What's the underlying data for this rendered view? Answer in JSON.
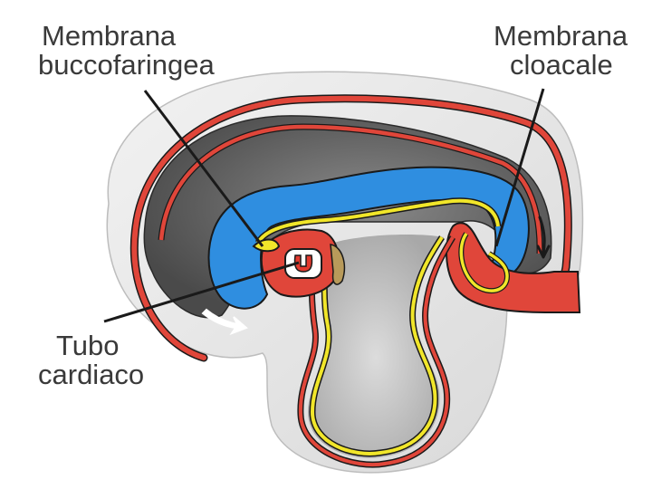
{
  "labels": {
    "membrana_buccofaringea": {
      "line1": "Membrana",
      "line2": "buccofaringea"
    },
    "membrana_cloacale": {
      "line1": "Membrana",
      "line2": "cloacale"
    },
    "tubo_cardiaco": {
      "line1": "Tubo",
      "line2": "cardiaco"
    }
  },
  "colors": {
    "ectoderm": "#e0463a",
    "endoderm": "#f1e62a",
    "neural": "#2f8ee0",
    "amniotic_cavity": "#5c5c5c",
    "yolk_sac": "#c9c9c9",
    "outer_halo": "#e6e6e6",
    "heart_red": "#e23a2f",
    "outline": "#1a1a1a"
  }
}
